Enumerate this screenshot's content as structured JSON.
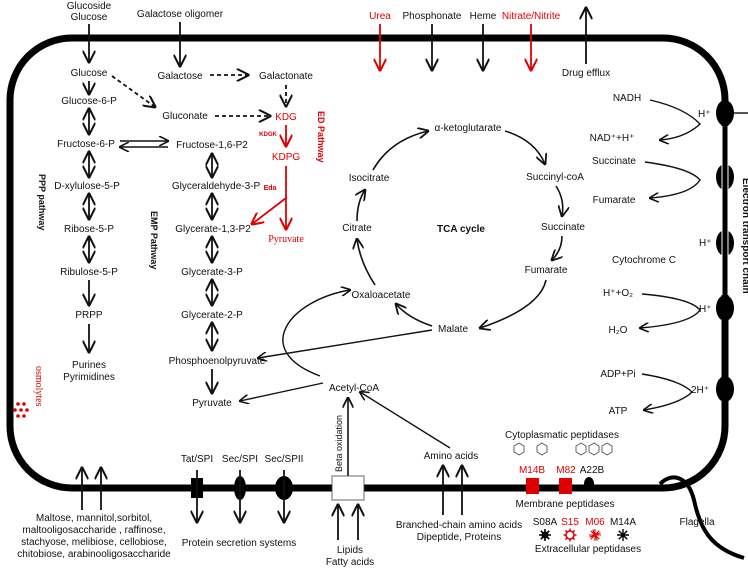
{
  "external": {
    "glucoside": "Glucoside",
    "glucose_ext": "Glucose",
    "galactose_oligomer": "Galactose oligomer",
    "urea": "Urea",
    "phosphonate": "Phosphonate",
    "heme": "Heme",
    "nitrate_nitrite": "Nitrate/Nitrite",
    "drug_efflux": "Drug efflux"
  },
  "ppp": {
    "title": "PPP pathway",
    "glucose": "Glucose",
    "g6p": "Glucose-6-P",
    "f6p": "Fructose-6-P",
    "xylulose": "D-xylulose-5-P",
    "ribose": "Ribose-5-P",
    "ribulose": "Ribulose-5-P",
    "prpp": "PRPP",
    "purines": "Purines",
    "pyrimidines": "Pyrimidines"
  },
  "emp": {
    "title": "EMP Pathway",
    "galactose": "Galactose",
    "galactonate": "Galactonate",
    "gluconate": "Gluconate",
    "f16p2": "Fructose-1,6-P2",
    "g3p": "Glyceraldehyde-3-P",
    "g13p2": "Glycerate-1,3-P2",
    "g3p_acid": "Glycerate-3-P",
    "g2p": "Glycerate-2-P",
    "pep": "Phosphoenolpyruvate",
    "pyruvate": "Pyruvate",
    "acetyl_coa": "Acetyl-CoA"
  },
  "ed": {
    "title": "ED Pathway",
    "kdg": "KDG",
    "kdgk": "KDGK",
    "kdpg": "KDPG",
    "eda": "Eda",
    "pyruvate": "Pyruvate"
  },
  "tca": {
    "title": "TCA cycle",
    "akg": "α-ketoglutarate",
    "succinyl": "Succinyl-coA",
    "succinate": "Succinate",
    "fumarate": "Fumarate",
    "malate": "Malate",
    "oxaloacetate": "Oxaloacetate",
    "citrate": "Citrate",
    "isocitrate": "Isocitrate"
  },
  "etc": {
    "title": "Electron transport chain",
    "nadh": "NADH",
    "nad": "NAD⁺+H⁺",
    "succinate": "Succinate",
    "fumarate": "Fumarate",
    "cytc": "Cytochrome C",
    "h2o_in": "H⁺+O₂",
    "h2o": "H₂O",
    "adp": "ADP+Pi",
    "two_h": "2H⁺",
    "atp": "ATP",
    "h_out1": "H⁺",
    "h_out2": "H⁺",
    "h_out3": "H⁺"
  },
  "other": {
    "osmolytes": "osmolytes",
    "amino_acids": "Amino acids",
    "beta_oxidation": "Beta oxidation",
    "cyto_peptidases": "Cytoplasmatic peptidases"
  },
  "membrane": {
    "tat": "Tat/SPI",
    "sec_spi": "Sec/SPI",
    "sec_spii": "Sec/SPII",
    "m14b": "M14B",
    "m82": "M82",
    "a22b": "A22B",
    "membrane_peptidases": "Membrane peptidases"
  },
  "bottom": {
    "sugars_line1": "Maltose, mannitol,sorbitol,",
    "sugars_line2": "maltooligosaccharide , raffinose,",
    "sugars_line3": "stachyose, melibiose, cellobiose,",
    "sugars_line4": "chitobiose, arabinooligosaccharide",
    "protein_secretion": "Protein secretion systems",
    "lipids": "Lipids",
    "fatty_acids": "Fatty acids",
    "bcaa_line1": "Branched-chain amino acids",
    "bcaa_line2": "Dipeptide, Proteins",
    "s08a": "S08A",
    "s15": "S15",
    "m06": "M06",
    "m14a": "M14A",
    "extracellular": "Extracellular peptidases",
    "flagella": "Flagella"
  },
  "colors": {
    "red": "#e00000",
    "black": "#111111"
  }
}
